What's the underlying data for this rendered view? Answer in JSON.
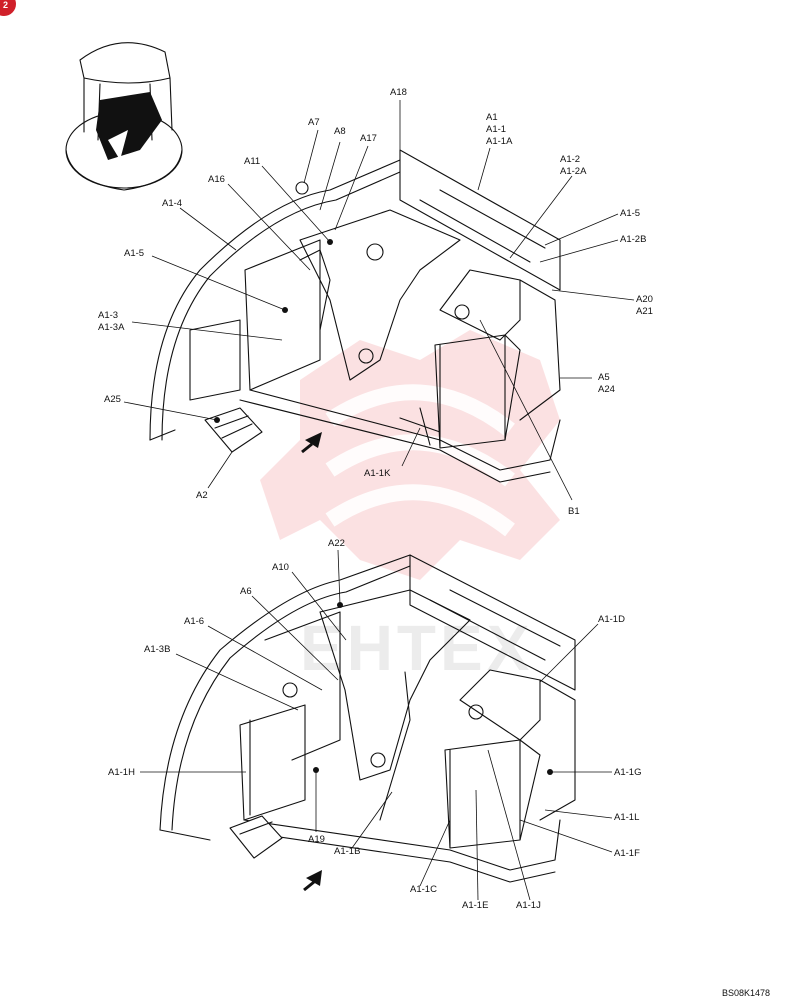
{
  "page_badge": "2",
  "watermark": {
    "text": "EHTEX",
    "color": "#e8474c"
  },
  "drawing_code": "BS08K1478",
  "upper_view": {
    "callouts": [
      {
        "id": "A18",
        "lines": [
          "A18"
        ]
      },
      {
        "id": "A1",
        "lines": [
          "A1",
          "A1-1",
          "A1-1A"
        ]
      },
      {
        "id": "A7",
        "lines": [
          "A7"
        ]
      },
      {
        "id": "A8",
        "lines": [
          "A8"
        ]
      },
      {
        "id": "A17",
        "lines": [
          "A17"
        ]
      },
      {
        "id": "A11",
        "lines": [
          "A11"
        ]
      },
      {
        "id": "A1-2",
        "lines": [
          "A1-2",
          "A1-2A"
        ]
      },
      {
        "id": "A16",
        "lines": [
          "A16"
        ]
      },
      {
        "id": "A1-4",
        "lines": [
          "A1-4"
        ]
      },
      {
        "id": "A1-5-right",
        "lines": [
          "A1-5"
        ]
      },
      {
        "id": "A1-2B",
        "lines": [
          "A1-2B"
        ]
      },
      {
        "id": "A1-5-left",
        "lines": [
          "A1-5"
        ]
      },
      {
        "id": "A20",
        "lines": [
          "A20",
          "A21"
        ]
      },
      {
        "id": "A1-3",
        "lines": [
          "A1-3",
          "A1-3A"
        ]
      },
      {
        "id": "A5",
        "lines": [
          "A5",
          "A24"
        ]
      },
      {
        "id": "A25",
        "lines": [
          "A25"
        ]
      },
      {
        "id": "A1-1K",
        "lines": [
          "A1-1K"
        ]
      },
      {
        "id": "A2",
        "lines": [
          "A2"
        ]
      },
      {
        "id": "B1",
        "lines": [
          "B1"
        ]
      }
    ]
  },
  "lower_view": {
    "callouts": [
      {
        "id": "A22",
        "lines": [
          "A22"
        ]
      },
      {
        "id": "A10",
        "lines": [
          "A10"
        ]
      },
      {
        "id": "A1-1D",
        "lines": [
          "A1-1D"
        ]
      },
      {
        "id": "A6",
        "lines": [
          "A6"
        ]
      },
      {
        "id": "A1-6",
        "lines": [
          "A1-6"
        ]
      },
      {
        "id": "A1-3B",
        "lines": [
          "A1-3B"
        ]
      },
      {
        "id": "A1-1G",
        "lines": [
          "A1-1G"
        ]
      },
      {
        "id": "A1-1H",
        "lines": [
          "A1-1H"
        ]
      },
      {
        "id": "A1-1L",
        "lines": [
          "A1-1L"
        ]
      },
      {
        "id": "A19",
        "lines": [
          "A19"
        ]
      },
      {
        "id": "A1-1F",
        "lines": [
          "A1-1F"
        ]
      },
      {
        "id": "A1-1B",
        "lines": [
          "A1-1B"
        ]
      },
      {
        "id": "A1-1C",
        "lines": [
          "A1-1C"
        ]
      },
      {
        "id": "A1-1E",
        "lines": [
          "A1-1E"
        ]
      },
      {
        "id": "A1-1J",
        "lines": [
          "A1-1J"
        ]
      }
    ]
  }
}
